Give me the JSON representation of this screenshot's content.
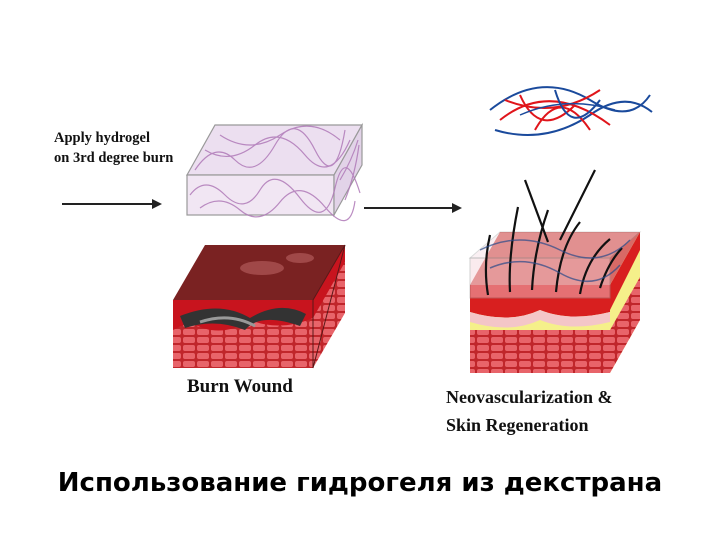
{
  "labels": {
    "apply_line1": "Apply hydrogel",
    "apply_line2": "on 3rd degree burn",
    "burn_wound": "Burn Wound",
    "neo_line1": "Neovascularization &",
    "neo_line2": "Skin Regeneration"
  },
  "caption": "Использование гидрогеля из декстрана",
  "colors": {
    "hydrogel_fiber": "#b07ab8",
    "blood_red": "#c8141e",
    "burn_top": "#7a2222",
    "char": "#333333",
    "tissue_yellow": "#f5f08a",
    "vessel_blue": "#1a4a9c",
    "vessel_red": "#e0151b"
  }
}
